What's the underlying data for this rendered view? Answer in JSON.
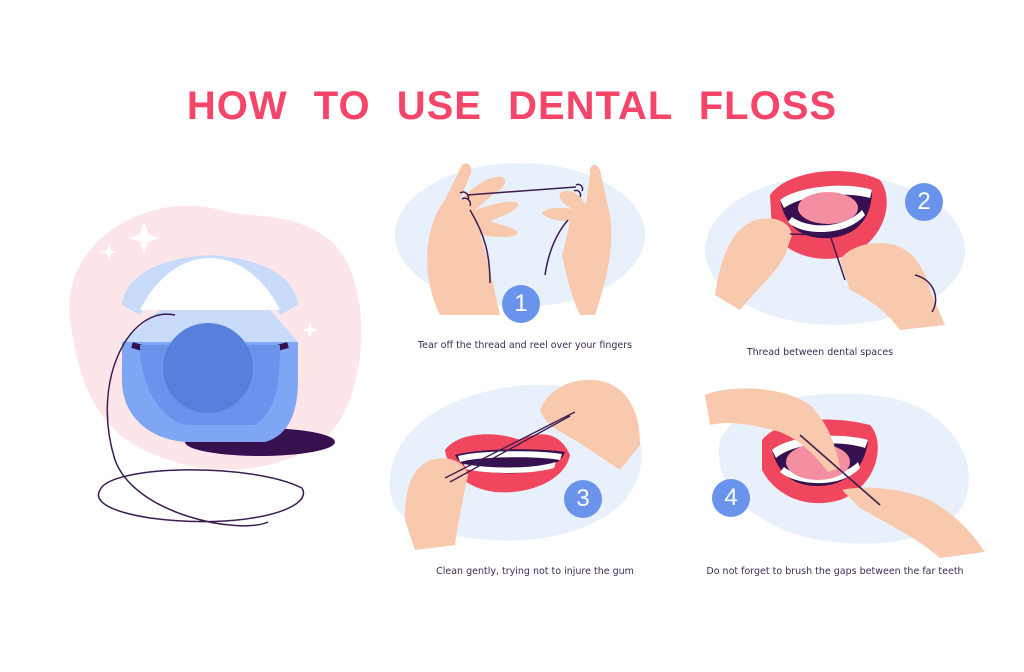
{
  "title": "HOW TO USE DENTAL FLOSS",
  "colors": {
    "title": "#f5456a",
    "badge": "#6a94ec",
    "blob": "#e8f0fb",
    "pink_blob": "#fde6ea",
    "skin": "#f9c9ad",
    "lip": "#f0475e",
    "thread": "#3b1d52",
    "dispenser_light": "#7fa6f5",
    "dispenser_dark": "#5680db",
    "caption_text": "#3d2b56"
  },
  "hero": {
    "illustration": "dental-floss-dispenser"
  },
  "steps": [
    {
      "number": "1",
      "caption": "Tear off the thread and reel over your fingers",
      "illustration": "hands-wrapping-floss"
    },
    {
      "number": "2",
      "caption": "Thread between dental spaces",
      "illustration": "flossing-upper-teeth"
    },
    {
      "number": "3",
      "caption": "Clean gently, trying not to injure the gum",
      "illustration": "flossing-front-teeth"
    },
    {
      "number": "4",
      "caption": "Do not forget to brush the gaps between the far teeth",
      "illustration": "flossing-back-teeth"
    }
  ]
}
